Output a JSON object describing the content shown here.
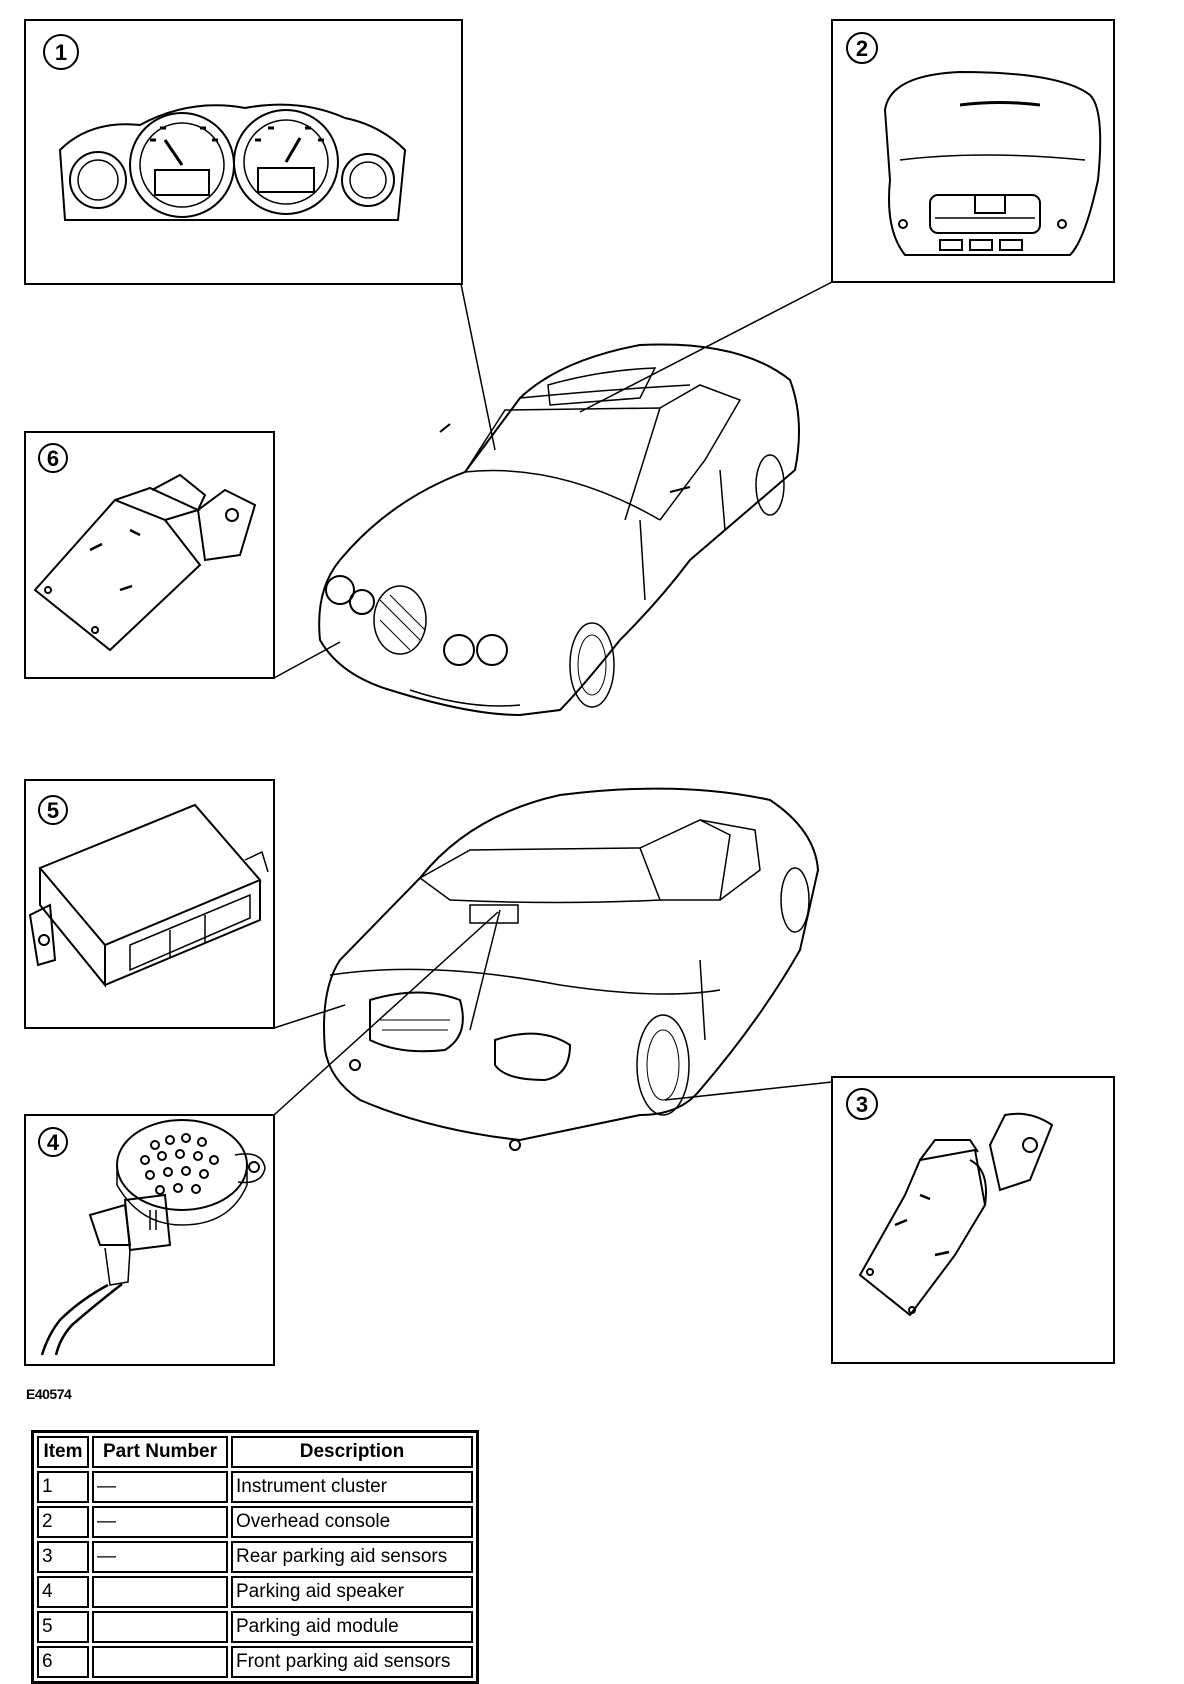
{
  "callouts": {
    "n1": "1",
    "n2": "2",
    "n3": "3",
    "n4": "4",
    "n5": "5",
    "n6": "6"
  },
  "figure_id": "E40574",
  "table": {
    "headers": {
      "item": "Item",
      "part": "Part Number",
      "desc": "Description"
    },
    "rows": [
      {
        "item": "1",
        "part": "—",
        "desc": "Instrument cluster"
      },
      {
        "item": "2",
        "part": "—",
        "desc": "Overhead console"
      },
      {
        "item": "3",
        "part": "—",
        "desc": "Rear parking aid sensors"
      },
      {
        "item": "4",
        "part": "",
        "desc": "Parking aid speaker"
      },
      {
        "item": "5",
        "part": "",
        "desc": "Parking aid module"
      },
      {
        "item": "6",
        "part": "",
        "desc": "Front parking aid sensors"
      }
    ]
  }
}
